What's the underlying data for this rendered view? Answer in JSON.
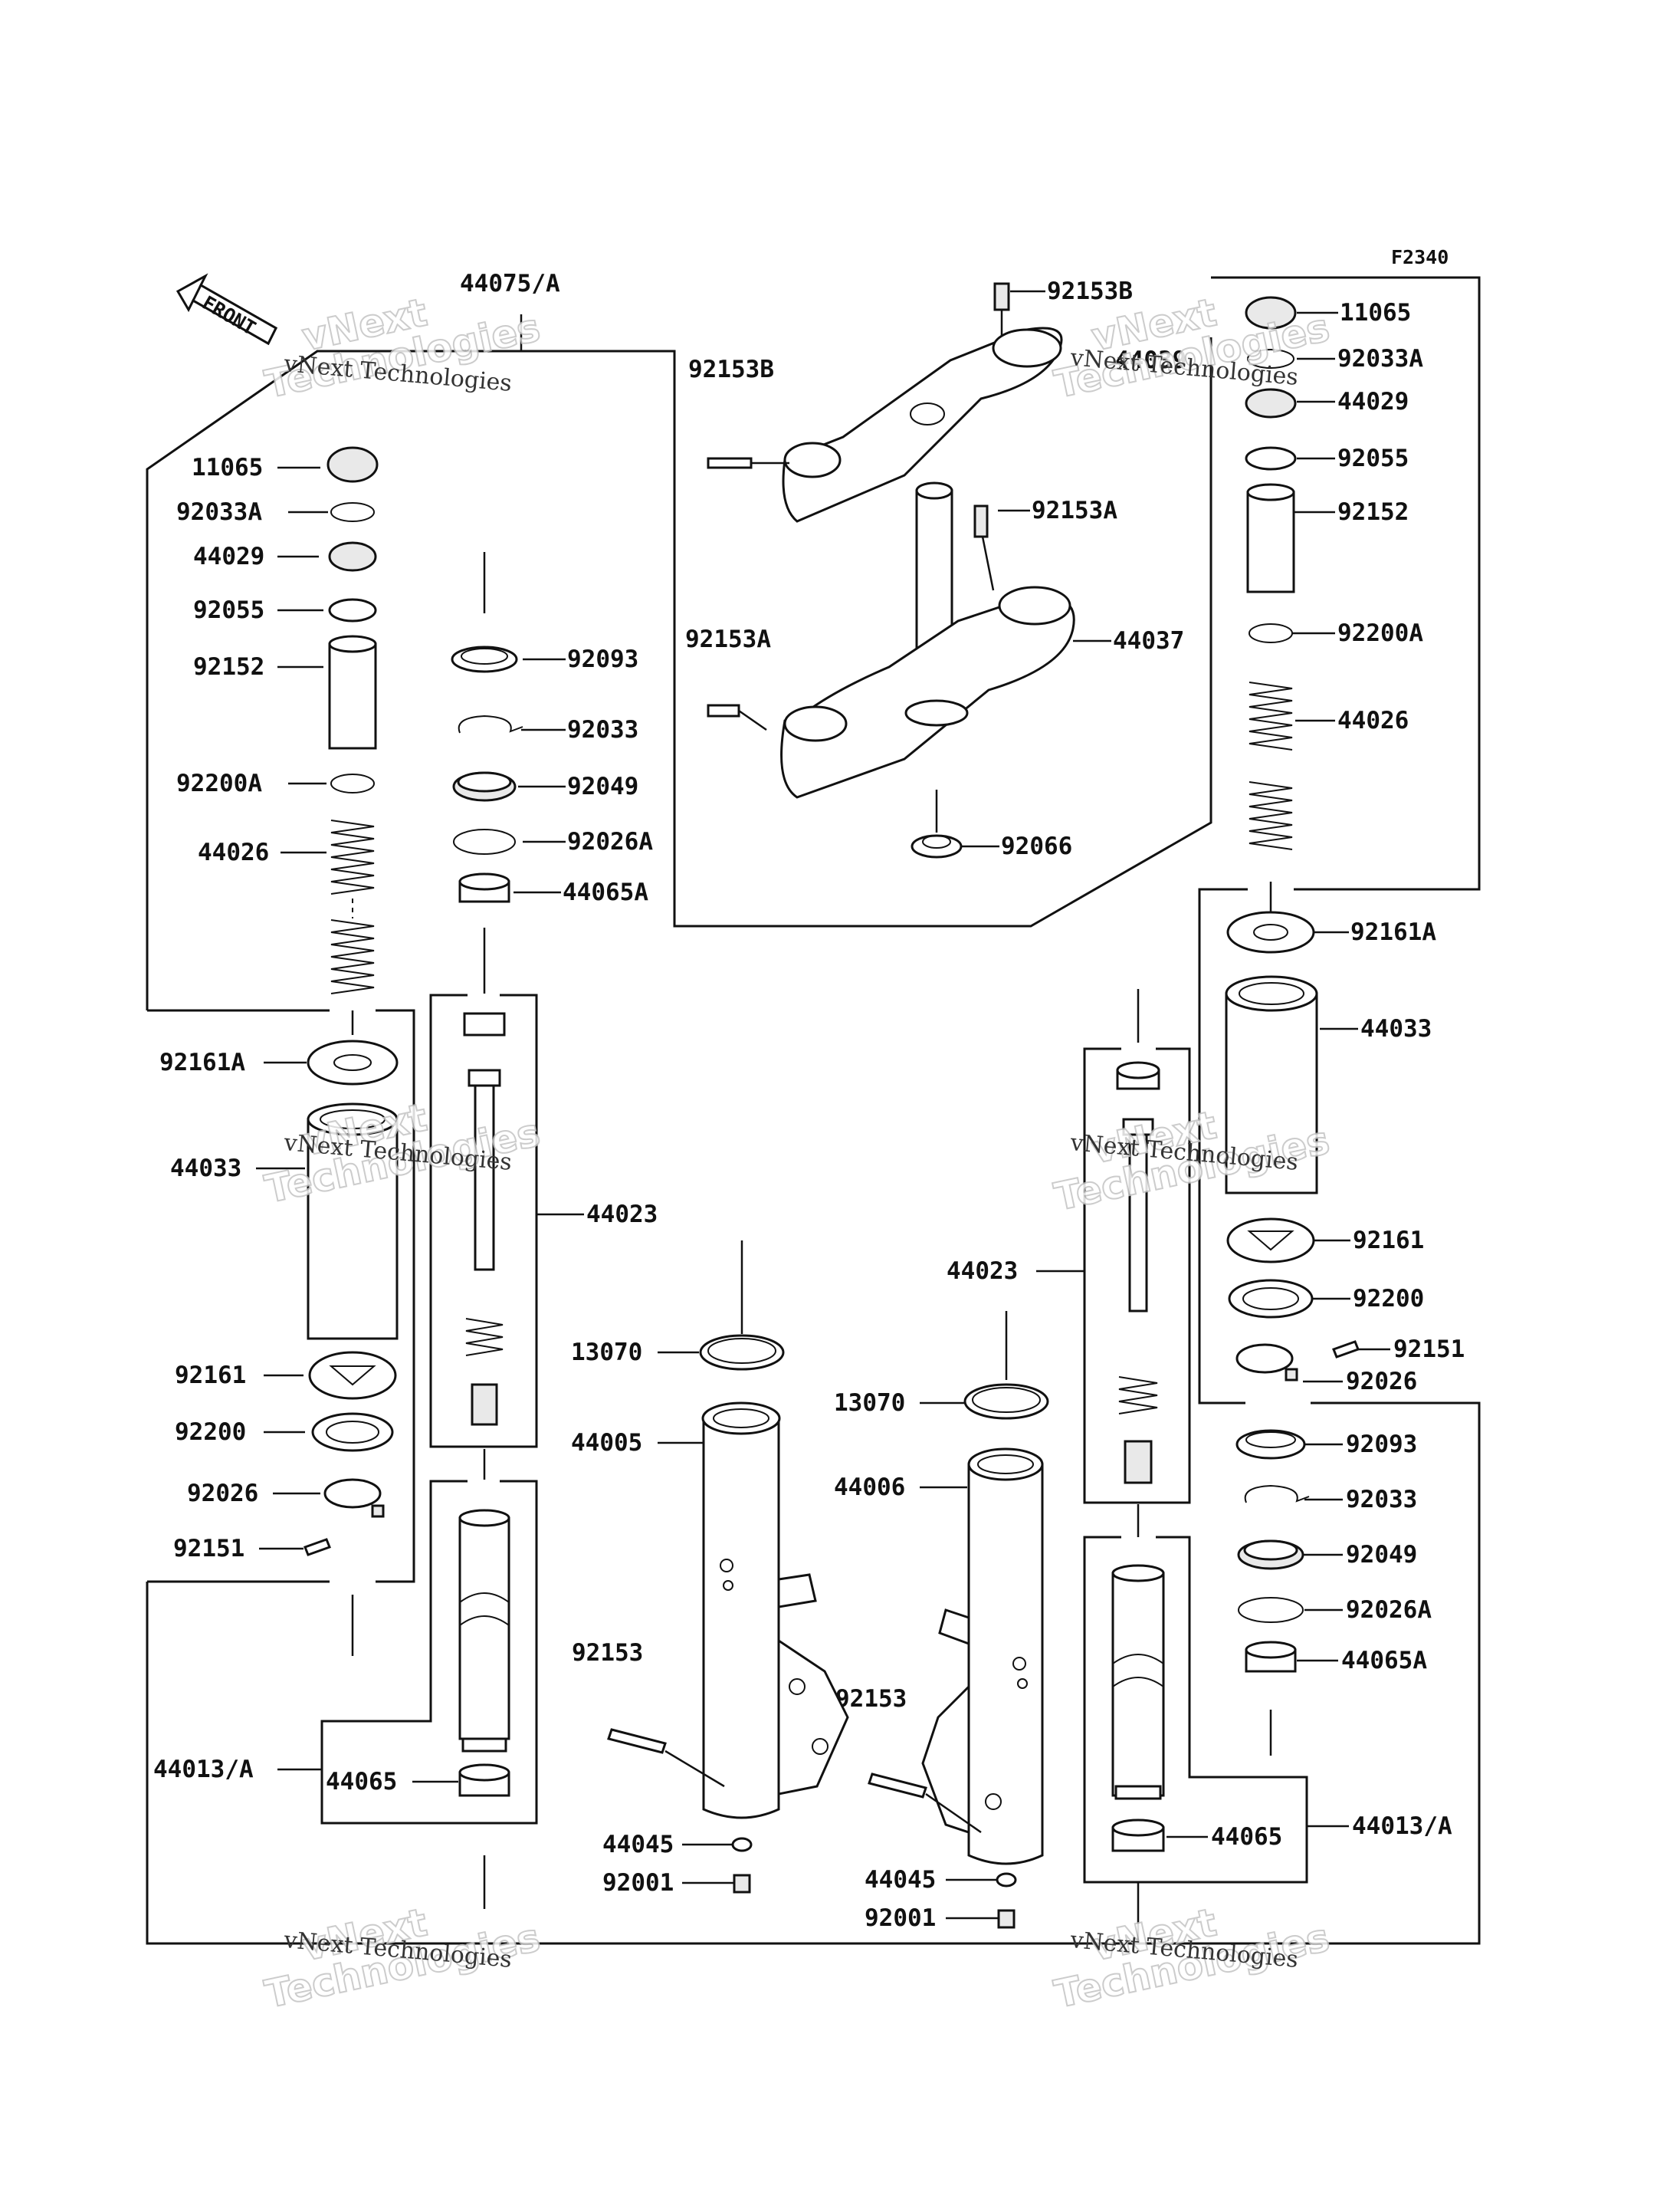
{
  "diagram": {
    "figure_code": "F2340",
    "arrow_label": "FRONT",
    "watermark": {
      "line1": "vNext",
      "line2": "Technologies",
      "caption": "vNext Technologies"
    },
    "labels": {
      "l_44075A": "44075/A",
      "l_11065_left": "11065",
      "l_92033A_left": "92033A",
      "l_44029_left": "44029",
      "l_92055_left": "92055",
      "l_92152_left": "92152",
      "l_92200A_left": "92200A",
      "l_44026_left": "44026",
      "l_92161A_left": "92161A",
      "l_44033_left": "44033",
      "l_92161_left": "92161",
      "l_92200_left": "92200",
      "l_92026_left": "92026",
      "l_92151_left": "92151",
      "l_44013A_left": "44013/A",
      "l_44065_left": "44065",
      "l_92093_left": "92093",
      "l_92033_left": "92033",
      "l_92049_left": "92049",
      "l_92026A_left": "92026A",
      "l_44065A_left": "44065A",
      "l_44023_left": "44023",
      "l_13070_left": "13070",
      "l_44005": "44005",
      "l_92153_left": "92153",
      "l_44045_left": "44045",
      "l_92001_left": "92001",
      "l_92153B_top": "92153B",
      "l_92153B_left": "92153B",
      "l_44039": "44039",
      "l_92153A_right": "92153A",
      "l_92153A_left": "92153A",
      "l_44037": "44037",
      "l_92066": "92066",
      "l_11065_right": "11065",
      "l_92033A_right": "92033A",
      "l_44029_right": "44029",
      "l_92055_right": "92055",
      "l_92152_right": "92152",
      "l_92200A_right": "92200A",
      "l_44026_right": "44026",
      "l_92161A_right": "92161A",
      "l_44033_right": "44033",
      "l_92161_right": "92161",
      "l_92200_right": "92200",
      "l_92151_right": "92151",
      "l_92026_right": "92026",
      "l_92093_right": "92093",
      "l_92033_right": "92033",
      "l_92049_right": "92049",
      "l_92026A_right": "92026A",
      "l_44065A_right": "44065A",
      "l_44023_right": "44023",
      "l_13070_right": "13070",
      "l_44006": "44006",
      "l_92153_right": "92153",
      "l_44045_right": "44045",
      "l_92001_right": "92001",
      "l_44065_right": "44065",
      "l_44013A_right": "44013/A"
    }
  }
}
